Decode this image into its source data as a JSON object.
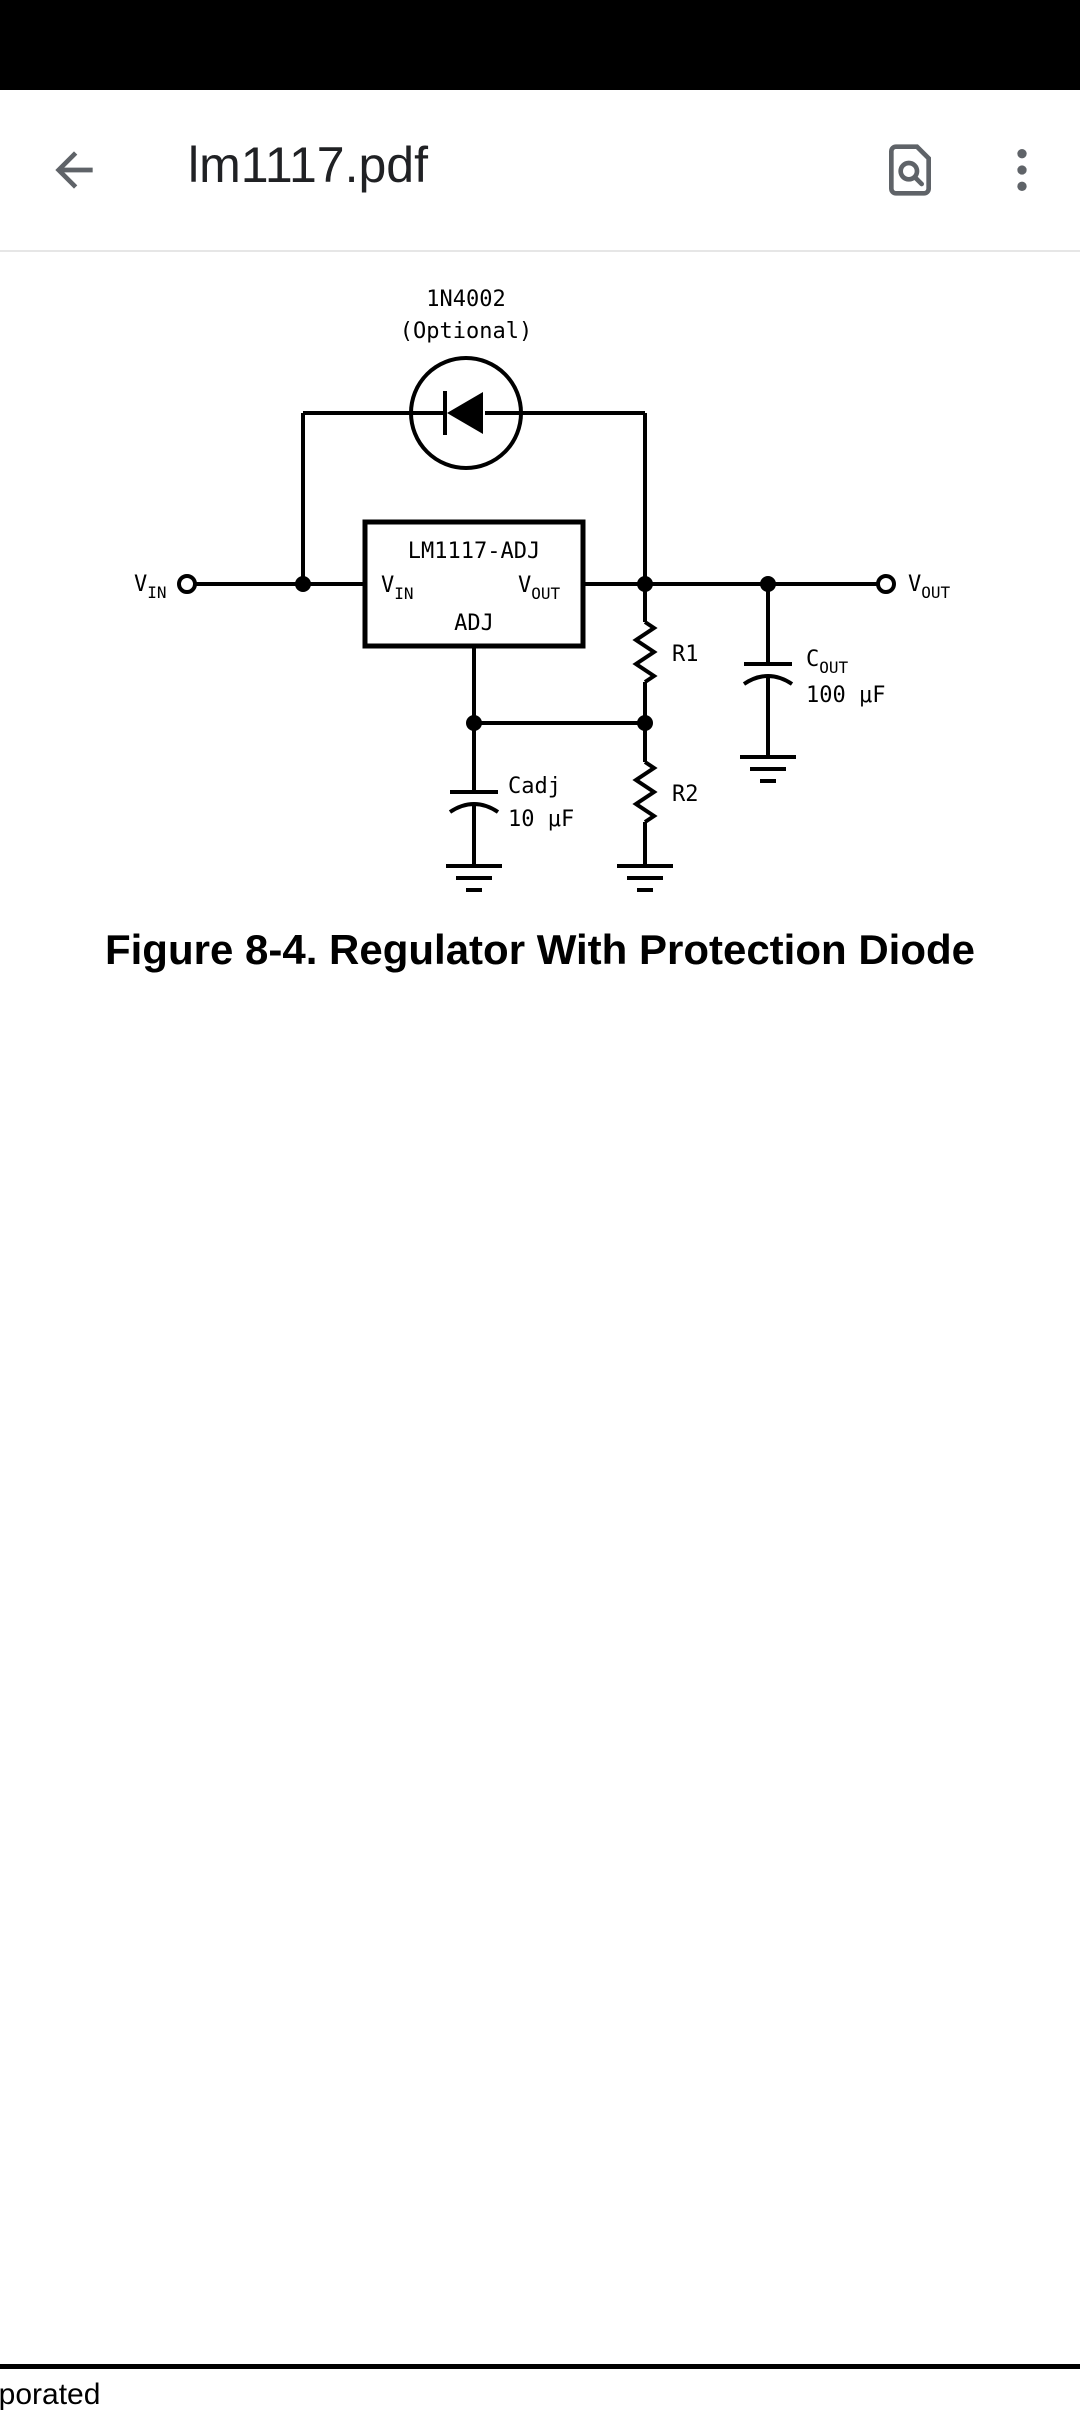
{
  "app_bar": {
    "title": "lm1117.pdf",
    "back_icon": "arrow-left-icon",
    "search_icon": "document-search-icon",
    "more_icon": "more-vertical-icon"
  },
  "diagram": {
    "diode_part": "1N4002",
    "diode_note": "(Optional)",
    "ic_label": "LM1117-ADJ",
    "ic_vin_main": "V",
    "ic_vin_sub": "IN",
    "ic_vout_main": "V",
    "ic_vout_sub": "OUT",
    "ic_adj": "ADJ",
    "vin_main": "V",
    "vin_sub": "IN",
    "vout_main": "V",
    "vout_sub": "OUT",
    "r1": "R1",
    "r2": "R2",
    "cout_main": "C",
    "cout_sub": "OUT",
    "cout_value": "100 μF",
    "cadj_label": "Cadj",
    "cadj_value": "10 μF"
  },
  "caption": "Figure 8-4. Regulator With Protection Diode",
  "footer": "orporated"
}
